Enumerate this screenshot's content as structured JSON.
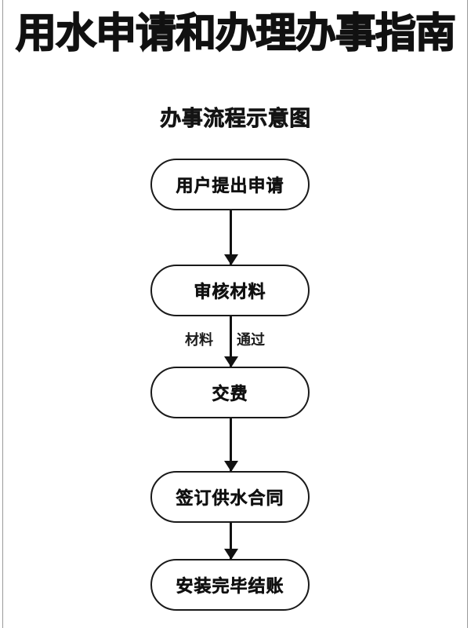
{
  "document": {
    "title": "用水申请和办理办事指南",
    "diagram_title": "办事流程示意图"
  },
  "flowchart": {
    "nodes": [
      {
        "id": "apply",
        "label": "用户提出申请"
      },
      {
        "id": "review",
        "label": "审核材料"
      },
      {
        "id": "pay",
        "label": "交费"
      },
      {
        "id": "contract",
        "label": "签订供水合同"
      },
      {
        "id": "settle",
        "label": "安装完毕结账"
      }
    ],
    "edge_labels": {
      "left": "材料",
      "right": "通过"
    }
  },
  "colors": {
    "ink": "#111111",
    "outline": "#1a1a1a",
    "page": "#ffffff",
    "rule": "#9a9a9a"
  }
}
